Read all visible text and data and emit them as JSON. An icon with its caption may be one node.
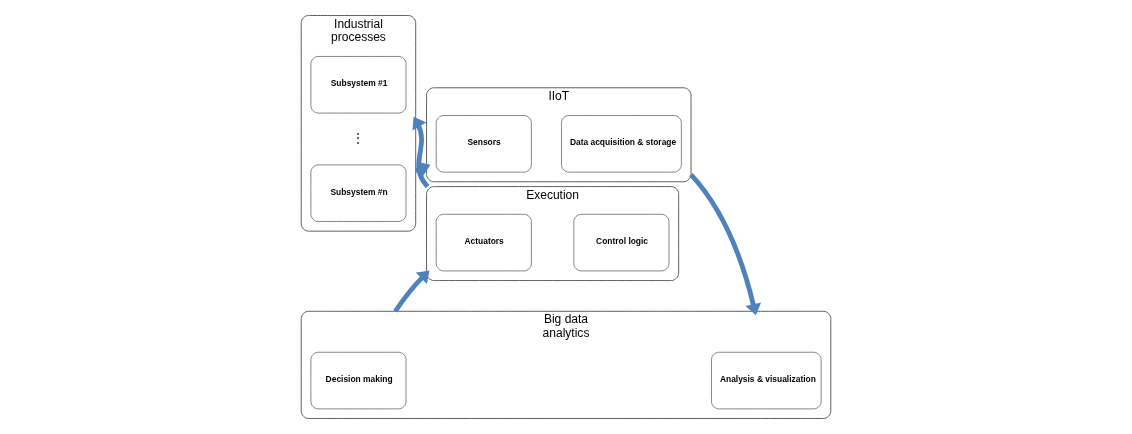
{
  "diagram": {
    "nodes": [
      {
        "text": [
          "Industrial processes"
        ]
      },
      {
        "text": [
          "Subsystem #1"
        ],
        "in": 0
      },
      {
        "text": [
          "Subsystem #n"
        ],
        "in": 0
      },
      {
        "text": [
          "IIoT"
        ]
      },
      {
        "text": [
          "Sensors"
        ],
        "in": 3
      },
      {
        "text": [
          "Data acquisition & storage"
        ],
        "in": 3
      },
      {
        "text": [
          "Big data analytics"
        ]
      },
      {
        "text": [
          "Analysis & visualization"
        ],
        "in": 6
      },
      {
        "text": [
          "Decision making"
        ],
        "in": 6
      },
      {
        "text": [
          "Execution"
        ]
      },
      {
        "text": [
          "Actuators"
        ],
        "in": 9
      },
      {
        "text": [
          "Control logic"
        ],
        "in": 9
      }
    ],
    "edges": [
      {
        "from": 0,
        "to": 3,
        "arrow": "to"
      },
      {
        "from": 3,
        "to": 6,
        "arrow": "to"
      },
      {
        "from": 6,
        "to": 9,
        "arrow": "to"
      },
      {
        "from": 9,
        "to": 0,
        "arrow": "to"
      }
    ],
    "labels": [
      "⋮"
    ]
  }
}
